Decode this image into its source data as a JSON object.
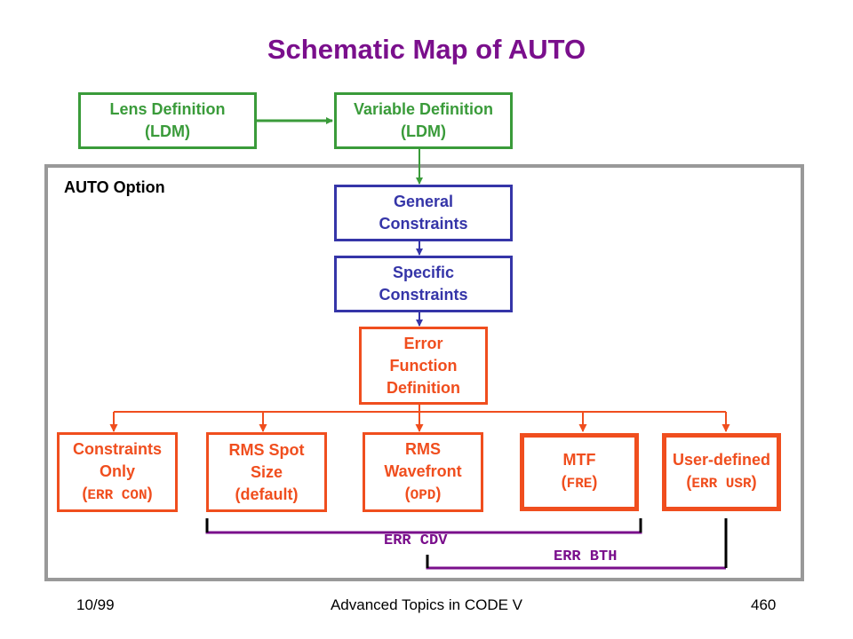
{
  "title": "Schematic Map of AUTO",
  "top_boxes": {
    "lens": [
      "Lens Definition",
      "(LDM)"
    ],
    "variable": [
      "Variable Definition",
      "(LDM)"
    ]
  },
  "panel_label": "AUTO Option",
  "general": [
    "General",
    "Constraints"
  ],
  "specific": [
    "Specific",
    "Constraints"
  ],
  "error_function": [
    "Error",
    "Function",
    "Definition"
  ],
  "options": {
    "constraints_only": {
      "lines": [
        "Constraints",
        "Only"
      ],
      "open": "(",
      "code": "ERR CON",
      "close": ")"
    },
    "rms_spot": {
      "lines": [
        "RMS Spot",
        "Size",
        "(default)"
      ]
    },
    "rms_wavefront": {
      "lines": [
        "RMS",
        "Wavefront"
      ],
      "open": "(",
      "code": "OPD",
      "close": ")"
    },
    "mtf": {
      "lines": [
        "MTF"
      ],
      "open": "(",
      "code": "FRE",
      "close": ")"
    },
    "user_defined": {
      "lines": [
        "User-defined"
      ],
      "open": "(",
      "code": "ERR USR",
      "close": ")"
    }
  },
  "bracket_labels": {
    "cdv": "ERR CDV",
    "bth": "ERR BTH"
  },
  "footer": {
    "left": "10/99",
    "center": "Advanced Topics in CODE V",
    "right": "460"
  },
  "colors": {
    "title": "#7a0f8c",
    "green": "#3a9b3a",
    "blue": "#3535a8",
    "red": "#f04e1e",
    "purple": "#7a0f8c",
    "panel_border": "#999999"
  }
}
